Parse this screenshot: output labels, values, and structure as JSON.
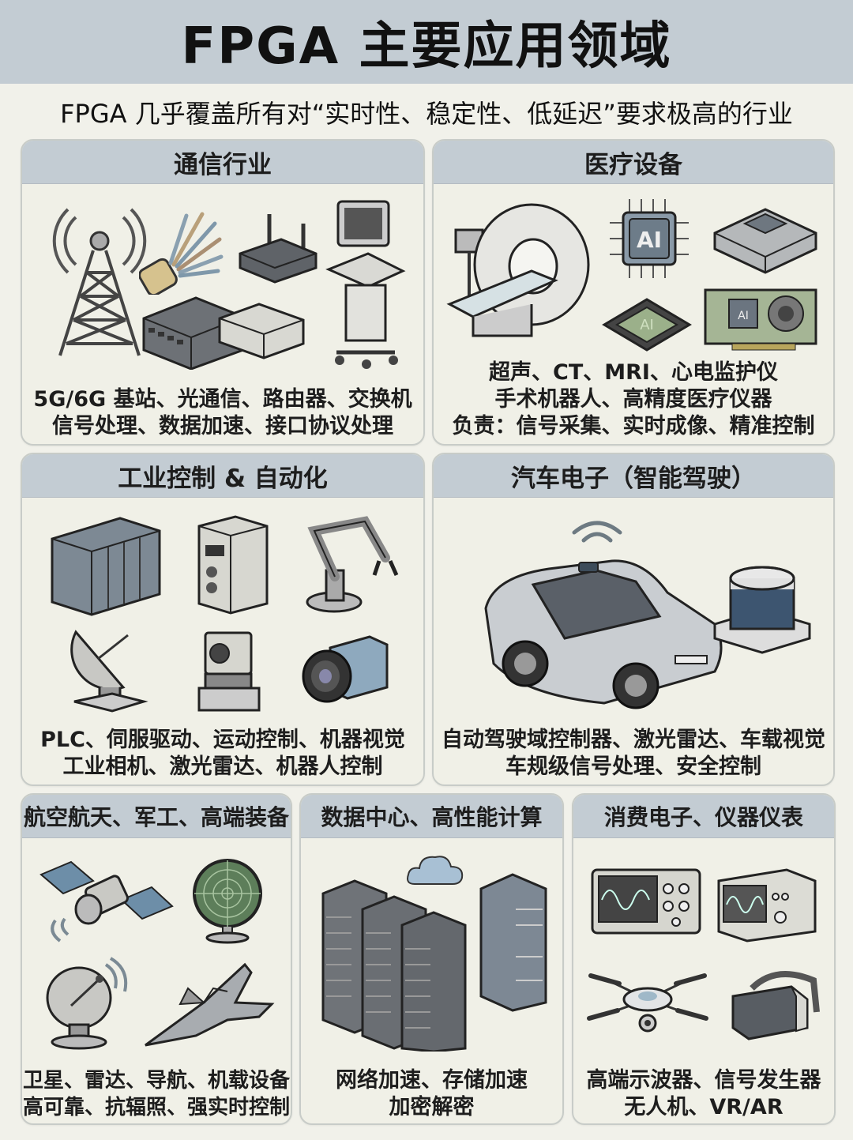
{
  "header": {
    "title": "FPGA 主要应用领域",
    "subtitle": "FPGA 几乎覆盖所有对“实时性、稳定性、低延迟”要求极高的行业"
  },
  "colors": {
    "header_bg": "#c3ccd3",
    "page_bg": "#f1f1ea",
    "card_bg": "#f0f0e7",
    "card_border": "#c8ccc8",
    "text": "#1a1a1a"
  },
  "sections": [
    {
      "title": "通信行业",
      "icons": [
        "cell-tower-icon",
        "fiber-optic-cable-icon",
        "router-icon",
        "network-switch-icon",
        "ultrasound-machine-icon"
      ],
      "lines": [
        "5G/6G 基站、光通信、路由器、交换机",
        "信号处理、数据加速、接口协议处理"
      ]
    },
    {
      "title": "医疗设备",
      "icons": [
        "ct-scanner-icon",
        "ai-chip-icon",
        "embedded-module-icon",
        "ai-processor-icon",
        "ai-accelerator-card-icon"
      ],
      "lines": [
        "超声、CT、MRI、心电监护仪",
        "手术机器人、高精度医疗仪器",
        "负责：信号采集、实时成像、精准控制"
      ]
    },
    {
      "title": "工业控制 & 自动化",
      "icons": [
        "plc-rack-icon",
        "servo-drive-icon",
        "robot-arm-icon",
        "lidar-dish-icon",
        "vision-sensor-icon",
        "industrial-camera-icon"
      ],
      "lines": [
        "PLC、伺服驱动、运动控制、机器视觉",
        "工业相机、激光雷达、机器人控制"
      ]
    },
    {
      "title": "汽车电子（智能驾驶）",
      "icons": [
        "autonomous-car-icon",
        "wireless-signal-icon",
        "lidar-sensor-icon"
      ],
      "lines": [
        "自动驾驶域控制器、激光雷达、车载视觉",
        "车规级信号处理、安全控制"
      ]
    },
    {
      "title": "航空航天、军工、高端装备",
      "icons": [
        "satellite-icon",
        "radar-screen-icon",
        "satellite-dish-icon",
        "fighter-jet-icon"
      ],
      "lines": [
        "卫星、雷达、导航、机载设备",
        "高可靠、抗辐照、强实时控制"
      ]
    },
    {
      "title": "数据中心、高性能计算",
      "icons": [
        "server-rack-icon",
        "cloud-icon",
        "server-cabinet-icon"
      ],
      "lines": [
        "网络加速、存储加速",
        "加密解密"
      ]
    },
    {
      "title": "消费电子、仪器仪表",
      "icons": [
        "oscilloscope-icon",
        "signal-generator-icon",
        "drone-icon",
        "vr-headset-icon"
      ],
      "lines": [
        "高端示波器、信号发生器",
        "无人机、VR/AR"
      ]
    }
  ]
}
